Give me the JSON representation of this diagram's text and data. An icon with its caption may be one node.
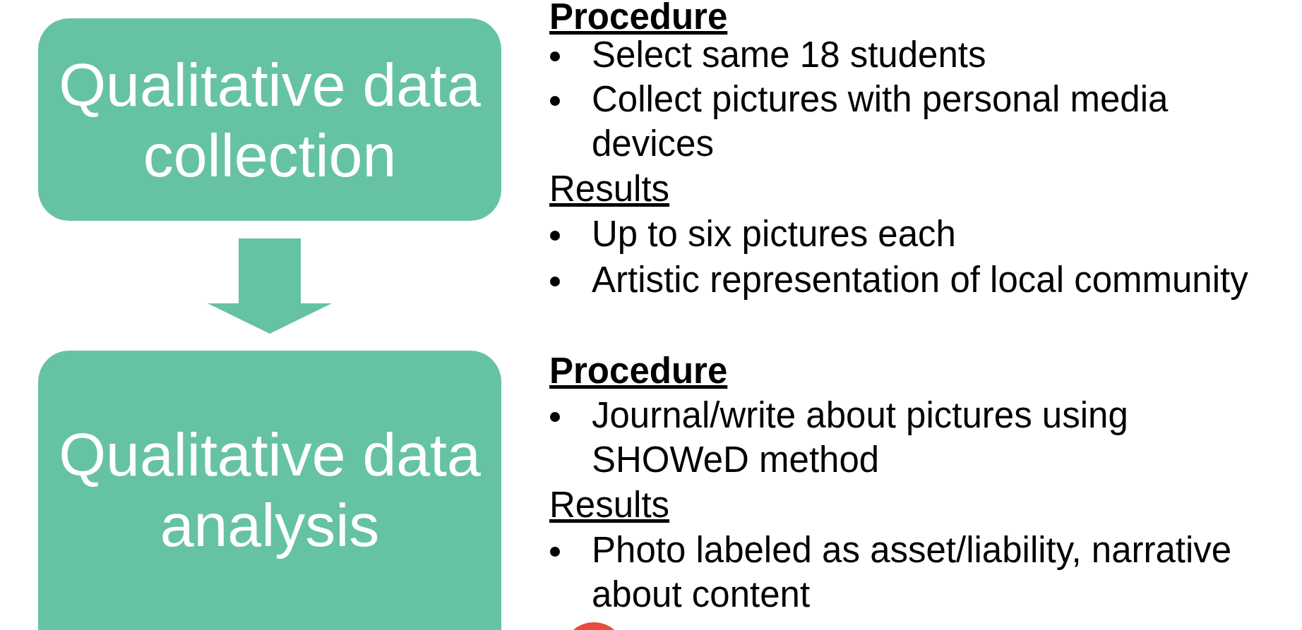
{
  "diagram": {
    "nodes": [
      {
        "text": [
          "Qualitative data collection"
        ]
      },
      {
        "text": [
          "Qualitative data analysis"
        ]
      }
    ],
    "edges": [
      {
        "from": 0,
        "to": 1,
        "arrow": "to",
        "style": "thick"
      }
    ],
    "labels": [
      "Procedure",
      "Select same 18 students",
      "Collect pictures with personal media devices",
      "Results",
      "Up to six pictures each",
      "Artistic representation of local community",
      "Procedure",
      "Journal/write about pictures using SHOWeD method",
      "Results",
      "Photo labeled as asset/liability, narrative about content"
    ]
  }
}
